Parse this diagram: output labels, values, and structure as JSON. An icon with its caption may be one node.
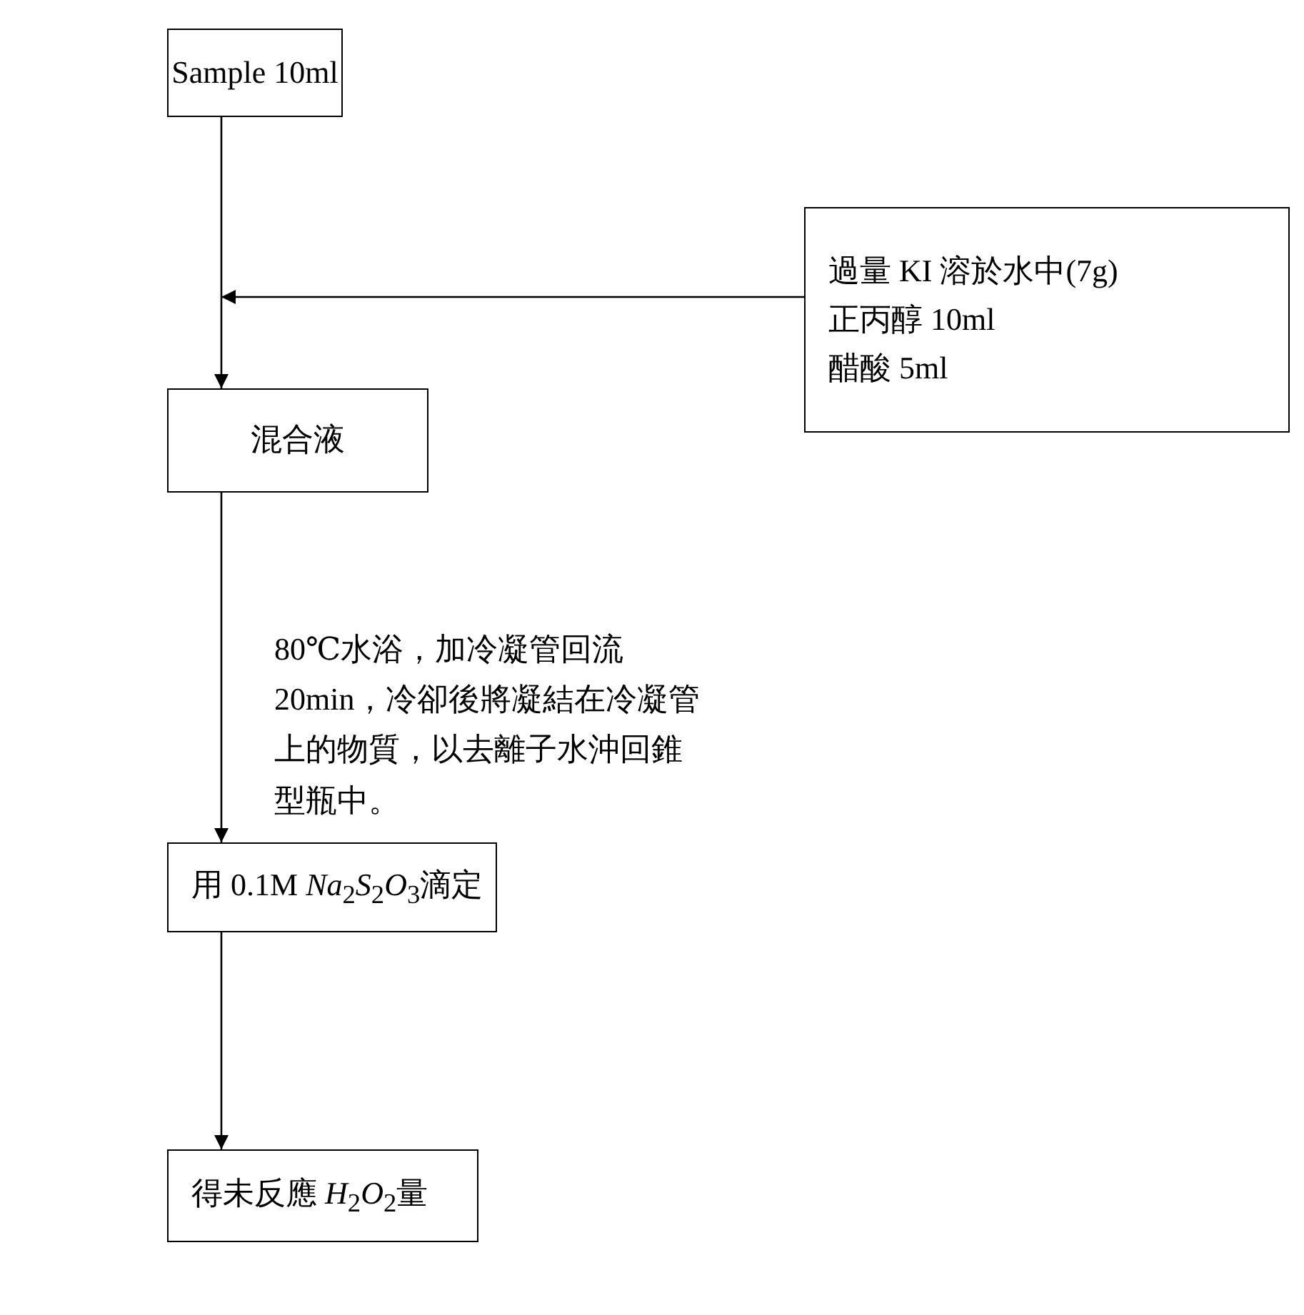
{
  "diagram": {
    "nodes": [
      {
        "text": [
          "Sample 10ml"
        ]
      },
      {
        "text": [
          "過量 KI 溶於水中(7g)",
          "正丙醇 10ml",
          "醋酸 5ml"
        ]
      },
      {
        "text": [
          "混合液"
        ]
      },
      {
        "text": [
          "用 0.1M *Na*$_{2}$*S*$_{2}$*O*$_{3}$滴定"
        ]
      },
      {
        "text": [
          "得未反應 *H*$_{2}$*O*$_{2}$量"
        ]
      }
    ],
    "edges": [
      {
        "from": 0,
        "to": 2,
        "arrow": "to"
      },
      {
        "from": 1,
        "to": null,
        "arrow": "to"
      },
      {
        "from": 2,
        "to": 3,
        "arrow": "to",
        "label": "80℃水浴，加冷凝管回流 20min，冷卻後將凝結在冷凝管上的物質，以去離子水沖回錐型瓶中。"
      },
      {
        "from": 3,
        "to": 4,
        "arrow": "to"
      }
    ]
  }
}
